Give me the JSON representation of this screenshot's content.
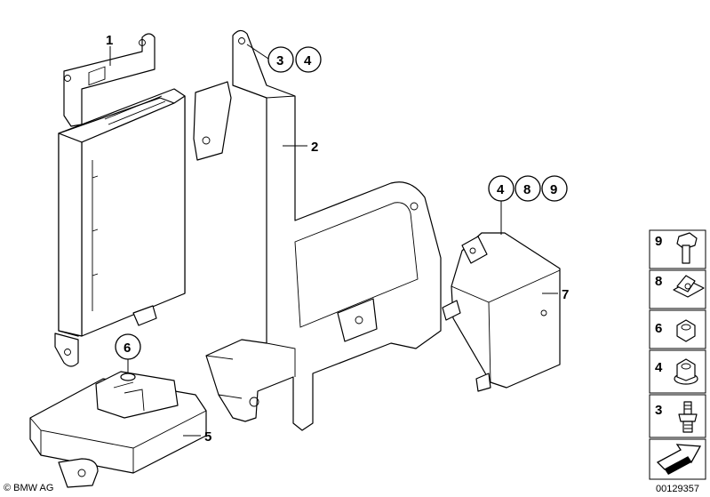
{
  "parts": {
    "p1": "1",
    "p2": "2",
    "p5": "5",
    "p7": "7"
  },
  "callouts": {
    "c3": "3",
    "c4a": "4",
    "c4b": "4",
    "c8": "8",
    "c9": "9",
    "c6": "6"
  },
  "legend": [
    {
      "num": "9",
      "icon": "bolt-icon"
    },
    {
      "num": "8",
      "icon": "clip-nut-icon"
    },
    {
      "num": "6",
      "icon": "hex-nut-icon"
    },
    {
      "num": "4",
      "icon": "flange-nut-icon"
    },
    {
      "num": "3",
      "icon": "stud-bolt-icon"
    }
  ],
  "footer": {
    "copyright": "© BMW AG",
    "code": "00129357"
  }
}
